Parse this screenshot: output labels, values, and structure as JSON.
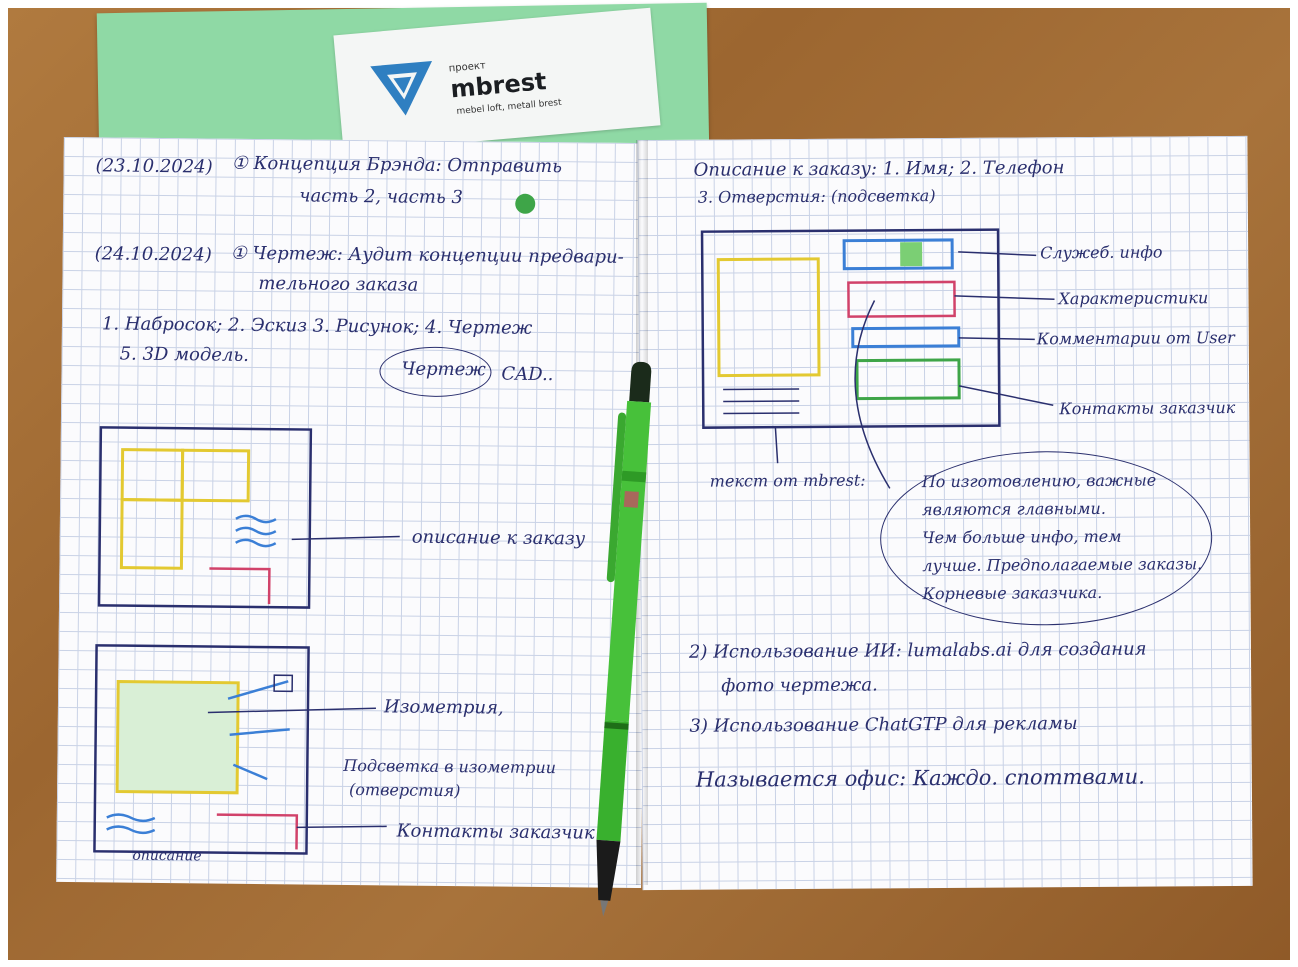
{
  "label": {
    "brand_small": "проект",
    "brand_main": "mbrest",
    "brand_sub": "mebel loft, metall brest"
  },
  "left_page": {
    "date1": "(23.10.2024)",
    "line1a": "① Концепция Брэнда: Отправить",
    "line1b": "часть 2, часть 3",
    "date2": "(24.10.2024)",
    "line2a": "① Чертеж: Аудит концепции предвари-",
    "line2b": "тельного заказа",
    "list1": "1. Набросок;  2. Эскиз  3. Рисунок;  4. Чертеж",
    "list2": "5. 3D модель.",
    "circled": "Чертеж",
    "cad": "CAD..",
    "desc_label": "описание к заказу",
    "isometry_label": "Изометрия,",
    "holes_label_a": "Подсветка в изометрии",
    "holes_label_b": "(отверстия)",
    "contacts_label": "Контакты заказчик",
    "desc_short": "описание"
  },
  "right_page": {
    "line1": "Описание к заказу: 1. Имя; 2. Телефон",
    "line2": "3. Отверстия: (подсветка)",
    "ann_service": "Служеб. инфо",
    "ann_specs": "Характеристики",
    "ann_comments": "Комментарии от User",
    "ann_contacts": "Контакты заказчик",
    "text_from": "текст от mbrest:",
    "oval1": "По изготовлению, важные",
    "oval2": "являются главными.",
    "oval3": "Чем больше инфо, тем",
    "oval4": "лучше. Предполагаемые заказы.",
    "oval5": "Корневые заказчика.",
    "item2a": "2) Использование ИИ: lumalabs.ai  для создания",
    "item2b": "фото чертежа.",
    "item3": "3) Использование ChatGTP для рекламы",
    "final": "Называется офис: Каждо. споттвами."
  }
}
